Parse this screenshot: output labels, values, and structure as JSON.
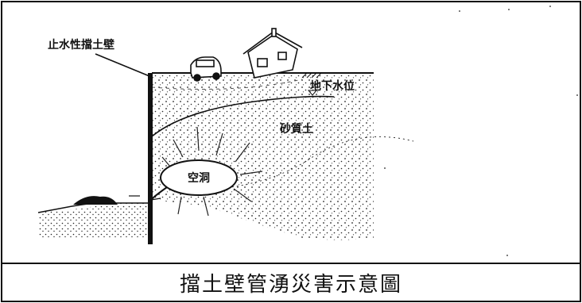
{
  "diagram": {
    "labels": {
      "wall": "止水性擋土壁",
      "water_table": "地下水位",
      "soil": "砂質土",
      "cavity": "空洞"
    },
    "caption": "擋土壁管湧災害示意圖"
  }
}
